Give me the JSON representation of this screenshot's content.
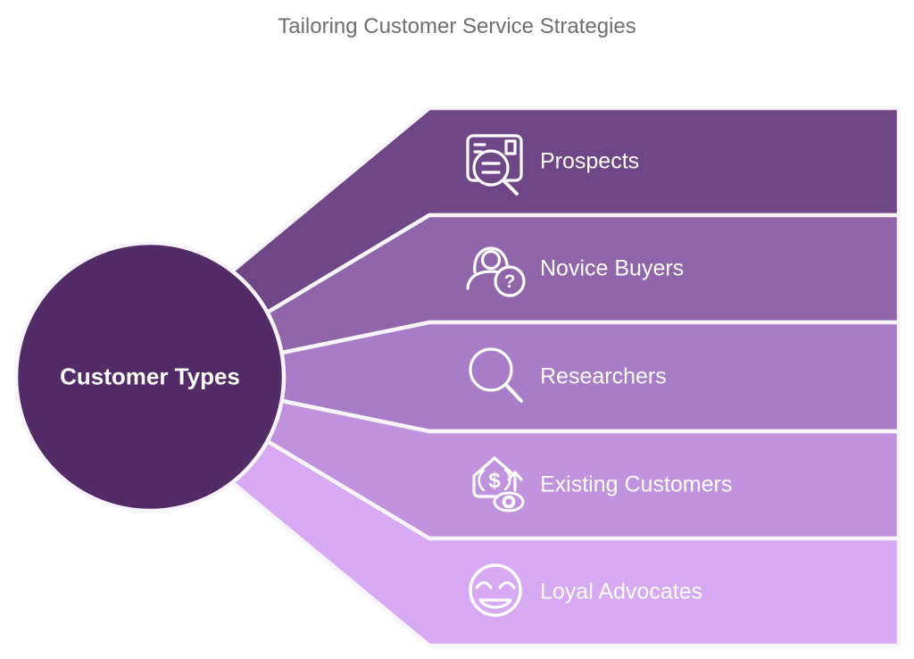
{
  "title": "Tailoring Customer Service Strategies",
  "center": {
    "label": "Customer Types",
    "color": "#532b66"
  },
  "branches": [
    {
      "label": "Prospects",
      "icon": "profile-search-icon",
      "color": "#6f4787"
    },
    {
      "label": "Novice Buyers",
      "icon": "person-question-icon",
      "color": "#9165aa",
      "icon_glyph": "?"
    },
    {
      "label": "Researchers",
      "icon": "magnifier-icon",
      "color": "#a87cc6"
    },
    {
      "label": "Existing Customers",
      "icon": "house-value-eye-icon",
      "color": "#c192de",
      "icon_glyph": "$"
    },
    {
      "label": "Loyal Advocates",
      "icon": "smiley-icon",
      "color": "#d7a9f3"
    }
  ],
  "colors": {
    "background": "#ffffff",
    "title_text": "#6f6f6f",
    "label_text": "#ffffff",
    "divider": "#f8f4fc",
    "icon_stroke": "#ffffff"
  }
}
